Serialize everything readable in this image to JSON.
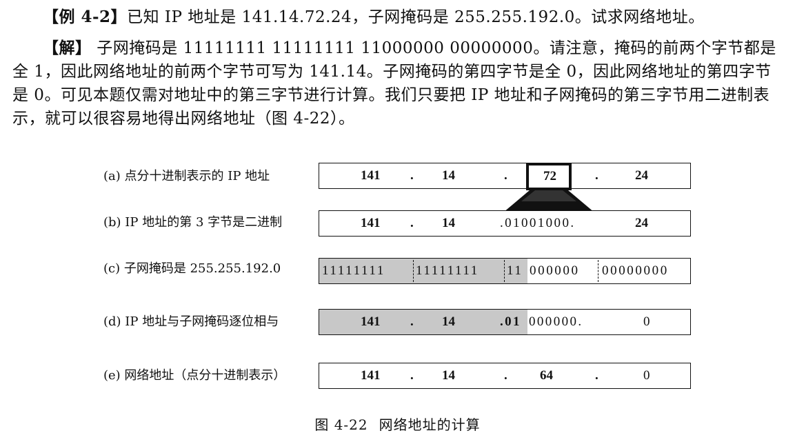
{
  "example": {
    "tag": "【例 4-2】",
    "text": "已知 IP 地址是 141.14.72.24，子网掩码是 255.255.192.0。试求网络地址。"
  },
  "solution": {
    "tag": "【解】",
    "text": " 子网掩码是 11111111 11111111 11000000 00000000。请注意，掩码的前两个字节都是全 1，因此网络地址的前两个字节可写为 141.14。子网掩码的第四字节是全 0，因此网络地址的第四字节是 0。可见本题仅需对地址中的第三字节进行计算。我们只要把 IP 地址和子网掩码的第三字节用二进制表示，就可以很容易地得出网络地址（图 4-22）。"
  },
  "figure": {
    "rows": [
      {
        "label": "(a) 点分十进制表示的 IP 地址",
        "b1": "141",
        "d1": ".",
        "b2": "14",
        "d2": ".",
        "b3": "72",
        "d3": ".",
        "b4": "24"
      },
      {
        "label": "(b) IP 地址的第 3 字节是二进制",
        "b1": "141",
        "d1": ".",
        "b2": "14",
        "b3": ".01001000.",
        "b4": "24"
      },
      {
        "label": "(c) 子网掩码是 255.255.192.0",
        "bits1": "11111111",
        "bits2": "11111111",
        "bits3a": "11",
        "bits3b": "000000",
        "bits4": "00000000"
      },
      {
        "label": "(d) IP 地址与子网掩码逐位相与",
        "b1": "141",
        "d1": ".",
        "b2": "14",
        "b3a": ".01",
        "b3b": "000000.",
        "b4": "0"
      },
      {
        "label": "(e) 网络地址（点分十进制表示）",
        "b1": "141",
        "d1": ".",
        "b2": "14",
        "d2": ".",
        "b3": "64",
        "d3": ".",
        "b4": "0"
      }
    ],
    "caption_num": "图 4-22",
    "caption_title": "网络地址的计算"
  }
}
